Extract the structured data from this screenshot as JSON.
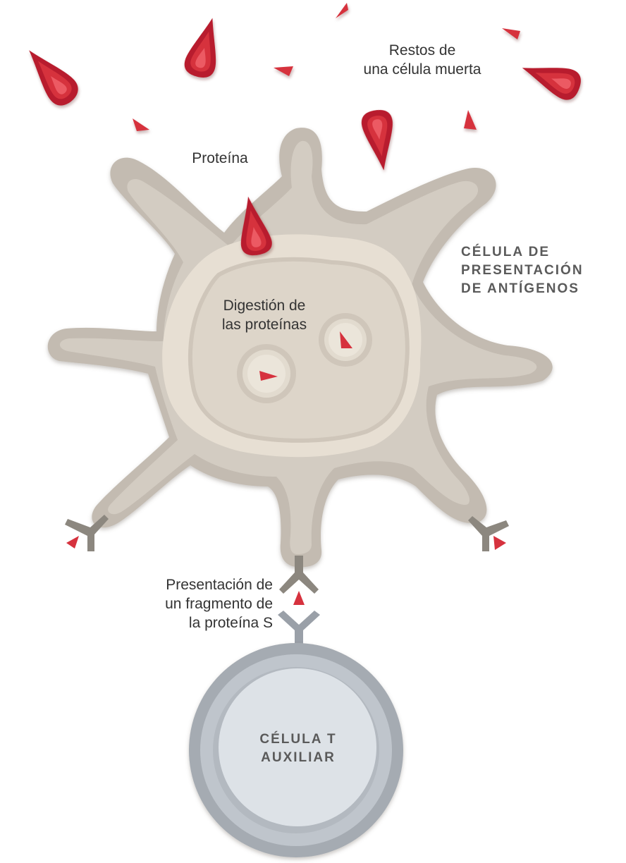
{
  "labels": {
    "debris": "Restos de\nuna célula muerta",
    "protein": "Proteína",
    "apc": "CÉLULA DE\nPRESENTACIÓN\nDE ANTÍGENOS",
    "digestion": "Digestión de\nlas proteínas",
    "presentation": "Presentación de\nun fragmento de\nla proteína S",
    "tcell": "CÉLULA T\nAUXILIAR"
  },
  "colors": {
    "protein_dark": "#b81f2d",
    "protein_mid": "#d6323e",
    "protein_light": "#ec5a64",
    "apc_outer": "#c3bbb1",
    "apc_mid": "#d3ccc2",
    "apc_inner": "#e7dfd3",
    "apc_core": "#ddd5c9",
    "receptor": "#8c877f",
    "tcell_ring": "#a5abb2",
    "tcell_mid": "#bfc5cc",
    "tcell_core": "#dde2e7",
    "tcell_receptor": "#9aa0a8"
  },
  "icons": [
    "protein-fragment-icon",
    "mhc-receptor-icon",
    "t-cell-receptor-icon",
    "vesicle-icon"
  ]
}
